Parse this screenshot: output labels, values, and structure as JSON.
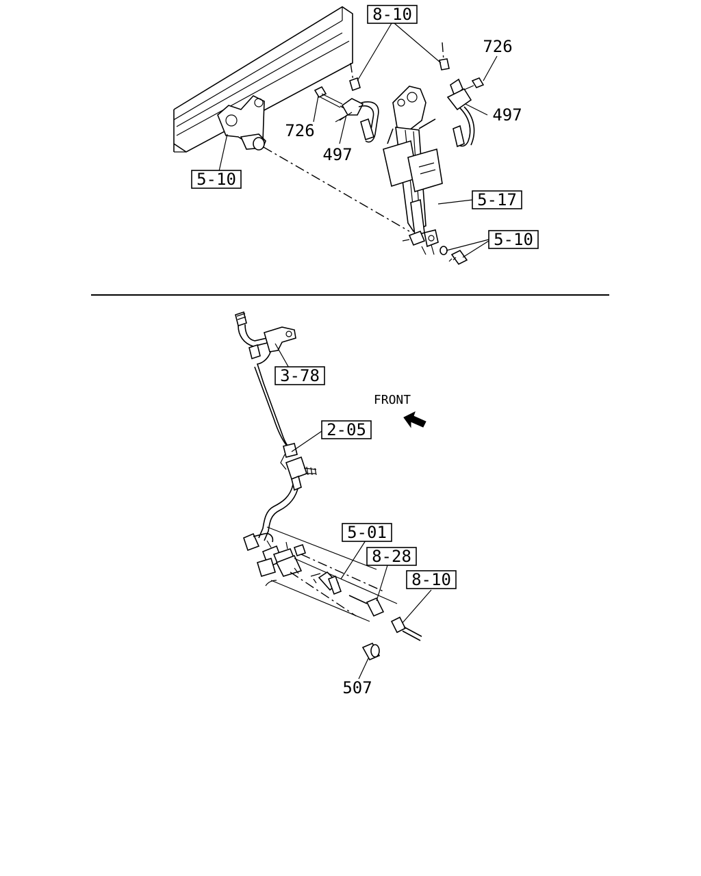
{
  "top_view": {
    "labels": {
      "ref_8_10": "8-10",
      "num_726_right": "726",
      "num_726_left": "726",
      "num_497_right": "497",
      "num_497_left": "497",
      "ref_5_10_left": "5-10",
      "ref_5_17": "5-17",
      "ref_5_10_right": "5-10"
    }
  },
  "bottom_view": {
    "labels": {
      "ref_3_78": "3-78",
      "front": "FRONT",
      "ref_2_05": "2-05",
      "ref_5_01": "5-01",
      "ref_8_28": "8-28",
      "ref_8_10": "8-10",
      "num_507": "507"
    }
  }
}
